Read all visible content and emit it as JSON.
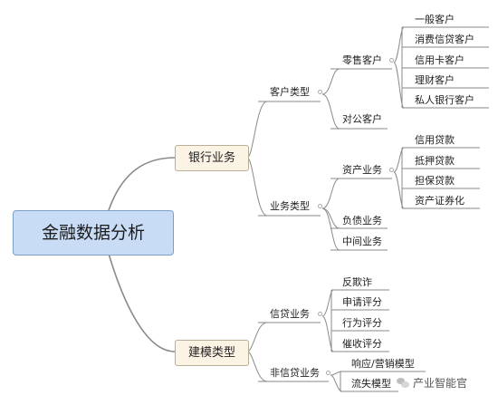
{
  "root": {
    "label": "金融数据分析"
  },
  "branches": {
    "banking": {
      "label": "银行业务",
      "customer_type": {
        "label": "客户类型",
        "retail": {
          "label": "零售客户",
          "items": [
            "一般客户",
            "消费信贷客户",
            "信用卡客户",
            "理财客户",
            "私人银行客户"
          ]
        },
        "corporate": {
          "label": "对公客户"
        }
      },
      "business_type": {
        "label": "业务类型",
        "assets": {
          "label": "资产业务",
          "items": [
            "信用贷款",
            "抵押贷款",
            "担保贷款",
            "资产证券化"
          ]
        },
        "liabilities": {
          "label": "负债业务"
        },
        "intermediary": {
          "label": "中间业务"
        }
      }
    },
    "modeling": {
      "label": "建模类型",
      "credit": {
        "label": "信贷业务",
        "items": [
          "反欺诈",
          "申请评分",
          "行为评分",
          "催收评分"
        ]
      },
      "non_credit": {
        "label": "非信贷业务",
        "items": [
          "响应/营销模型",
          "流失模型"
        ]
      }
    }
  },
  "watermark": {
    "text": "产业智能官"
  }
}
